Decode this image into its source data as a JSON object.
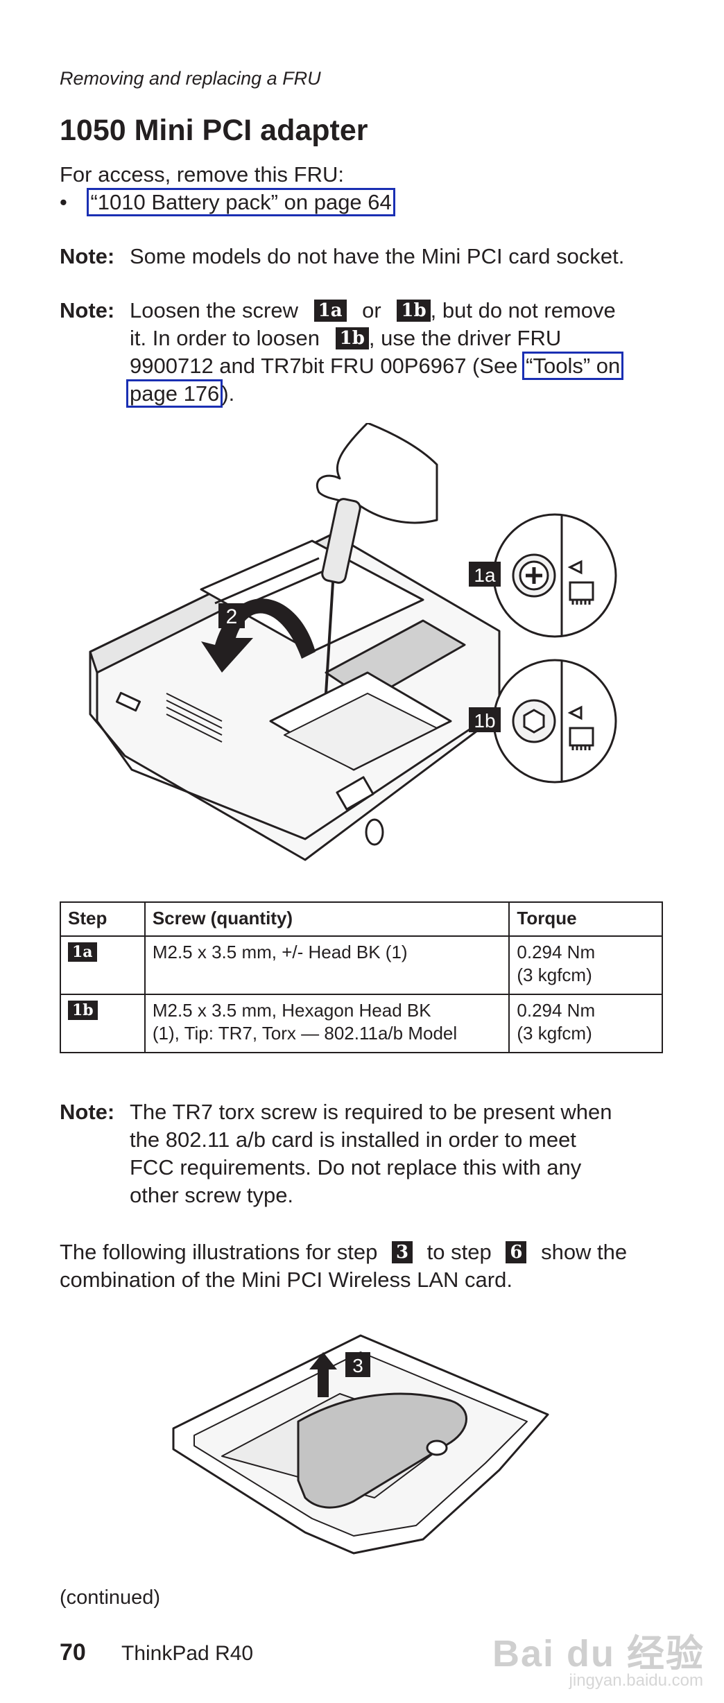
{
  "running_head": "Removing and replacing a FRU",
  "title": "1050 Mini PCI adapter",
  "access_intro": "For access, remove this FRU:",
  "access_bullet": "•",
  "access_item_link": "“1010 Battery pack” on page 64",
  "note_label": "Note:",
  "note1_text": "Some models do not have the Mini PCI card socket.",
  "note2": {
    "t1": "Loosen the screw",
    "badge_1a": "1a",
    "t2": "or",
    "badge_1b": "1b",
    "t3": ", but do not remove",
    "line2_a": "it. In order to loosen",
    "line2_b": ", use the driver FRU",
    "line3_a": "9900712 and TR7bit FRU 00P6967 (See",
    "link_part1": "“Tools” on",
    "link_part2": "page 176",
    "line4_end": ")."
  },
  "figure1": {
    "callout_2": "2",
    "callout_1a": "1a",
    "callout_1b": "1b"
  },
  "table": {
    "headers": [
      "Step",
      "Screw (quantity)",
      "Torque"
    ],
    "rows": [
      {
        "step": "1a",
        "screw": "M2.5 x 3.5 mm, +/- Head BK (1)",
        "torque_1": "0.294 Nm",
        "torque_2": "(3 kgfcm)"
      },
      {
        "step": "1b",
        "screw_1": "M2.5 x 3.5 mm, Hexagon Head BK",
        "screw_2": "(1), Tip: TR7, Torx — 802.11a/b Model",
        "torque_1": "0.294 Nm",
        "torque_2": "(3 kgfcm)"
      }
    ]
  },
  "note3_lines": [
    "The TR7 torx screw is required to be present when",
    "the 802.11 a/b card is installed in order to meet",
    "FCC requirements. Do not replace this with any",
    "other screw type."
  ],
  "illus_intro": {
    "t1": "The following illustrations for step",
    "badge_3": "3",
    "t2": "to step",
    "badge_6": "6",
    "t3": "show the",
    "line2": "combination of the Mini PCI Wireless LAN card."
  },
  "figure2": {
    "callout_3": "3"
  },
  "continued": "(continued)",
  "footer": {
    "page_number": "70",
    "book": "ThinkPad R40"
  },
  "watermark": {
    "main": "Bai du 经验",
    "url": "jingyan.baidu.com"
  }
}
